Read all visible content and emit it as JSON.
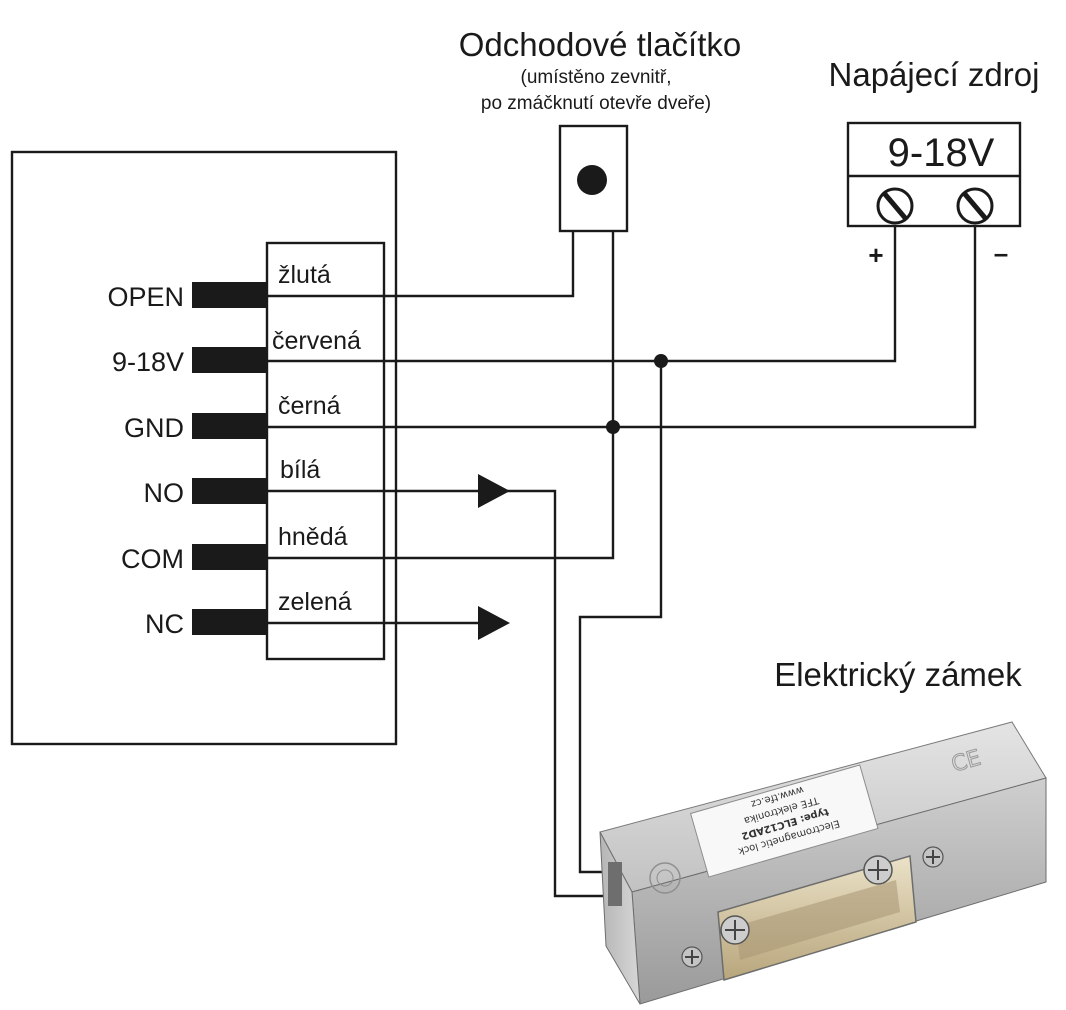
{
  "exit_button": {
    "title": "Odchodové tlačítko",
    "note_line1": "(umístěno zevnitř,",
    "note_line2": "po zmáčknutí otevře dveře)"
  },
  "power_supply": {
    "title": "Napájecí zdroj",
    "voltage": "9-18V",
    "plus": "+",
    "minus": "–"
  },
  "lock": {
    "title": "Elektrický zámek",
    "label_lines": [
      "Electromagnetic lock",
      "type: ELC12AD2",
      "TFE elektronika",
      "www.tfe.cz"
    ]
  },
  "controller": {
    "terminals": [
      {
        "pin": "OPEN",
        "wire": "žlutá"
      },
      {
        "pin": "9-18V",
        "wire": "červená"
      },
      {
        "pin": "GND",
        "wire": "černá"
      },
      {
        "pin": "NO",
        "wire": "bílá"
      },
      {
        "pin": "COM",
        "wire": "hnědá"
      },
      {
        "pin": "NC",
        "wire": "zelená"
      }
    ]
  }
}
